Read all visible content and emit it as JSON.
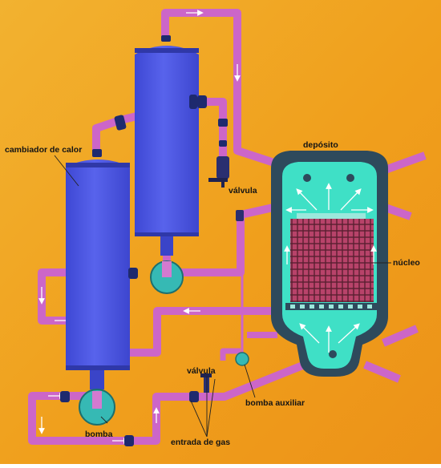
{
  "labels": {
    "heat_exchanger": "cambiador de calor",
    "vessel": "depósito",
    "valve_top": "válvula",
    "core": "núcleo",
    "valve_bottom": "válvula",
    "aux_pump": "bomba auxiliar",
    "pump": "bomba",
    "gas_inlet": "entrada de gas"
  },
  "colors": {
    "background": "#F0A21E",
    "tank": "#4F5BE6",
    "pipe": "#CC66C8",
    "vessel_shell": "#2E4A5C",
    "coolant": "#3FE0C6",
    "core_fuel": "#B03A64",
    "pump": "#36B9B4"
  }
}
